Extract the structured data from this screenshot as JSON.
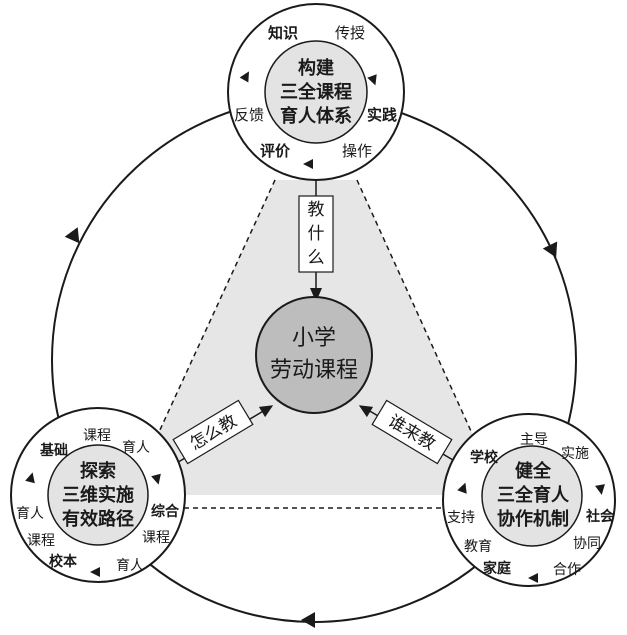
{
  "center": {
    "line1": "小学",
    "line2": "劳动课程"
  },
  "top_node": {
    "inner": [
      "构建",
      "三全课程",
      "育人体系"
    ],
    "ring": {
      "knowledge": "知识",
      "transmit": "传授",
      "practice": "实践",
      "operate": "操作",
      "evaluate": "评价",
      "feedback": "反馈"
    }
  },
  "left_node": {
    "inner": [
      "探索",
      "三维实施",
      "有效路径"
    ],
    "ring": {
      "base": "基础",
      "course_a": "课程",
      "educate_a": "育人",
      "comprehensive": "综合",
      "course_b": "课程",
      "educate_b": "育人",
      "school_based": "校本",
      "course_c": "课程",
      "educate_c": "育人"
    }
  },
  "right_node": {
    "inner": [
      "健全",
      "三全育人",
      "协作机制"
    ],
    "ring": {
      "school": "学校",
      "lead": "主导",
      "implement": "实施",
      "society": "社会",
      "coordinate": "协同",
      "cooperate": "合作",
      "family": "家庭",
      "education": "教育",
      "support": "支持"
    }
  },
  "links": {
    "what": "教什么",
    "how": "怎么教",
    "who": "谁来教"
  },
  "colors": {
    "stroke": "#1a1a1a",
    "triangle_fill": "#e6e6e6",
    "center_fill": "#bdbdbd",
    "inner_fill": "#e3e3e3",
    "ring_fill": "#ffffff"
  }
}
